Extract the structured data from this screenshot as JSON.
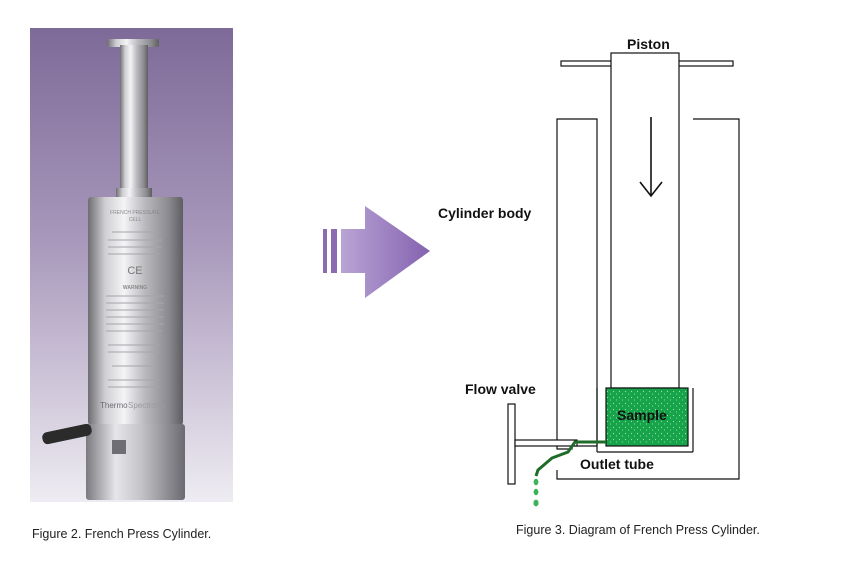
{
  "figure2": {
    "caption": "Figure 2. French Press Cylinder.",
    "engraving": {
      "line1": "FRENCH PRESSURE",
      "line2": "CELL",
      "ce_mark": "CE",
      "warning": "WARNING",
      "brand_a": "Thermo",
      "brand_b": "Spectronic"
    }
  },
  "figure3": {
    "caption": "Figure 3. Diagram of  French Press Cylinder.",
    "labels": {
      "piston": "Piston",
      "cylinder_body": "Cylinder body",
      "flow_valve": "Flow valve",
      "sample": "Sample",
      "outlet_tube": "Outlet tube"
    }
  },
  "colors": {
    "photo_bg_top": "#8f7ca6",
    "photo_bg_bottom": "#eceaf1",
    "arrow": "#8d6bb3",
    "sample_fill": "#16a34a",
    "outlet_tube": "#1f6b2a",
    "drops": "#3cb35a"
  }
}
